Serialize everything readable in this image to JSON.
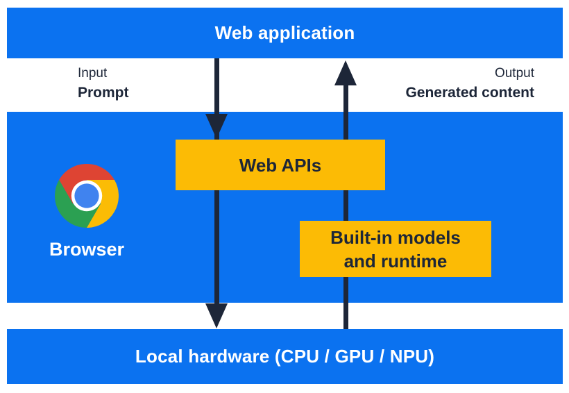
{
  "colors": {
    "blue": "#0B72F0",
    "yellow": "#FCBB05",
    "navy": "#1D2638",
    "white": "#FFFFFF",
    "chrome_red": "#DE4433",
    "chrome_yellow": "#FBBC05",
    "chrome_green": "#2BA052",
    "chrome_blue": "#4083EF",
    "chrome_ring": "#FFFFFF"
  },
  "layers": {
    "web_application": "Web application",
    "local_hardware": "Local hardware (CPU / GPU / NPU)"
  },
  "io": {
    "input_label": "Input",
    "input_value": "Prompt",
    "output_label": "Output",
    "output_value": "Generated content"
  },
  "browser": {
    "label": "Browser",
    "icon": "chrome-logo-icon"
  },
  "boxes": {
    "web_apis": "Web APIs",
    "builtin_line1": "Built-in models",
    "builtin_line2": "and runtime"
  }
}
